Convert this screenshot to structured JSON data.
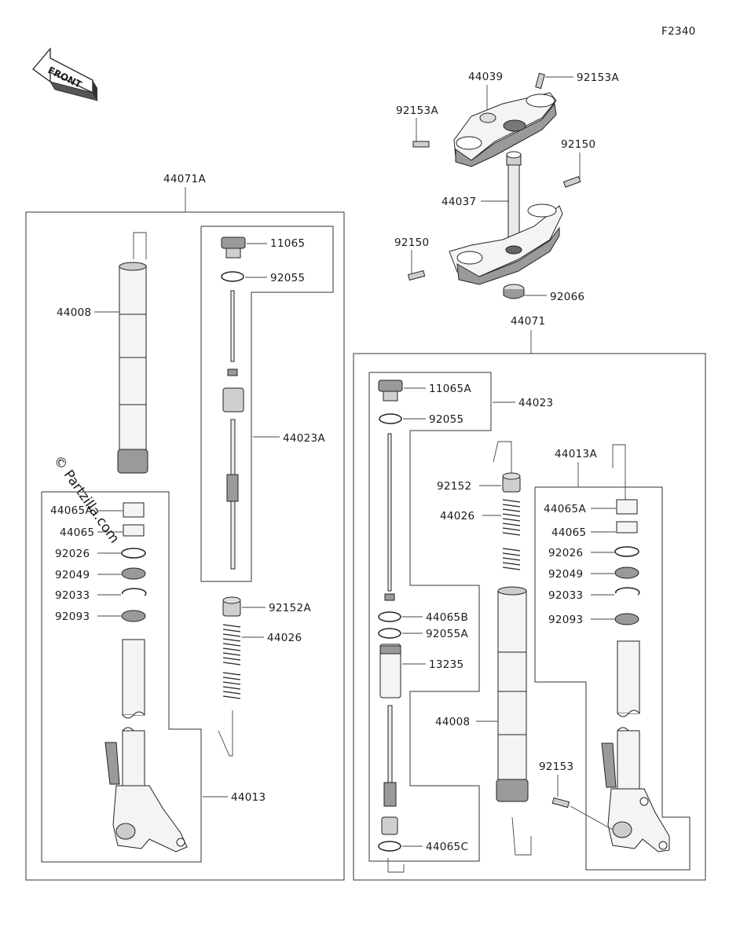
{
  "diagram": {
    "code": "F2340",
    "front_label": "FRONT",
    "watermark": "© Partzilla.com",
    "labels": {
      "L44071A": "44071A",
      "L44071": "44071",
      "L44039": "44039",
      "L92153A_1": "92153A",
      "L92153A_2": "92153A",
      "L92150_1": "92150",
      "L92150_2": "92150",
      "L44037": "44037",
      "L92066": "92066",
      "L44008_left": "44008",
      "L11065": "11065",
      "L92055_left": "92055",
      "L44023A": "44023A",
      "L44065A_left": "44065A",
      "L44065_left": "44065",
      "L92026_left": "92026",
      "L92049_left": "92049",
      "L92033_left": "92033",
      "L92093_left": "92093",
      "L92152A": "92152A",
      "L44026_left": "44026",
      "L44013": "44013",
      "L11065A": "11065A",
      "L44023": "44023",
      "L92055_right": "92055",
      "L92152": "92152",
      "L44026_right": "44026",
      "L44065B": "44065B",
      "L92055A": "92055A",
      "L13235": "13235",
      "L44008_right": "44008",
      "L44065C": "44065C",
      "L44013A": "44013A",
      "L44065A_right": "44065A",
      "L44065_right": "44065",
      "L92026_right": "92026",
      "L92049_right": "92049",
      "L92033_right": "92033",
      "L92093_right": "92093",
      "L92153": "92153"
    }
  }
}
